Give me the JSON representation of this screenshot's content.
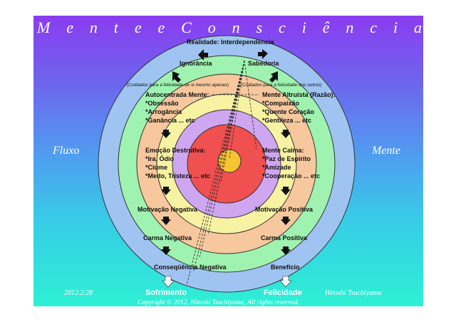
{
  "title": "M e n t e   e   C o n s c i ê n c i a",
  "side_left": "Fluxo",
  "side_right": "Mente",
  "date": "2012.2.28",
  "author": "Hitoshi Tsuchiyama",
  "copyright": "Copyright © 2012, Hitoshi Tsuchiyama, All rights reserved.",
  "top_label": "Realidade: Interdependência",
  "ignorance": "Ignorância",
  "wisdom": "Sabedoria",
  "care_left": "(Cuidados para a felicidade de si mesmo apenas)",
  "care_right": "(Cuidados para a felicidade dos outros)",
  "self_centered": {
    "title": "Autocentrada Mente:",
    "items": [
      "*Obsessão",
      "*Arrogância",
      "*Ganância ... etc"
    ]
  },
  "altruist": {
    "title": "Mente Altruísta (Razão):",
    "items": [
      "*Compaixão",
      "*Quente Coração",
      "*Gentileza ... etc"
    ]
  },
  "destructive": {
    "title": "Emoção Destrutiva:",
    "items": [
      "*Ira, Ódio",
      "*Ciúme",
      "*Medo, Tristeza ... etc"
    ]
  },
  "calm": {
    "title": "Mente Calma:",
    "items": [
      "*Paz de Espírito",
      "*Amizade",
      "*Cooperação ... etc"
    ]
  },
  "motivation_neg": "Motivação Negativa",
  "motivation_pos": "Motivação Positiva",
  "karma_neg": "Carma Negativa",
  "karma_pos": "Carma Positiva",
  "consequence_neg": "Conseqüência Negativa",
  "benefit": "Benefício",
  "suffering": "Sofrimento",
  "happiness": "Felicidade",
  "colors": {
    "ring_outer": "#9fc4f2",
    "ring2": "#9ff2b0",
    "ring3": "#f7c89e",
    "ring4": "#f8f3a3",
    "ring5": "#cfa6f0",
    "ring6": "#f05050",
    "center": "#f6c430"
  }
}
